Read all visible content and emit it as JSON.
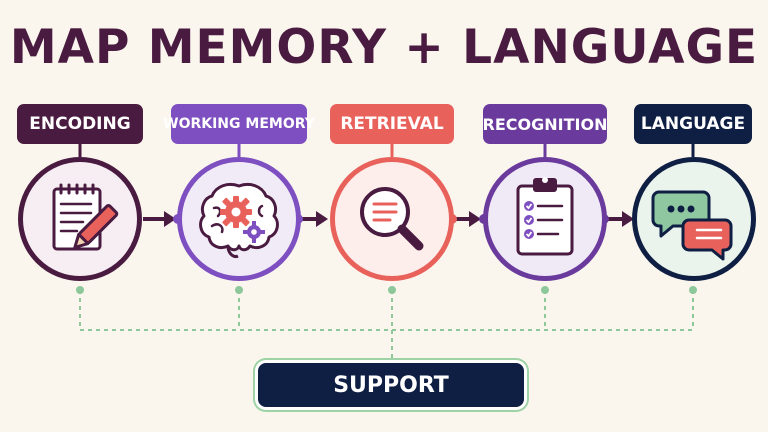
{
  "title": "MAP MEMORY + LANGUAGE",
  "stages": [
    {
      "label": "ENCODING",
      "icon": "notepad-pencil-icon",
      "color": "#4a1b40"
    },
    {
      "label": "WORKING MEMORY",
      "icon": "brain-gears-icon",
      "color": "#7e4fc0"
    },
    {
      "label": "RETRIEVAL",
      "icon": "magnifier-icon",
      "color": "#e8625b"
    },
    {
      "label": "RECOGNITION",
      "icon": "clipboard-checklist-icon",
      "color": "#6a3b9d"
    },
    {
      "label": "LANGUAGE",
      "icon": "speech-bubbles-icon",
      "color": "#0f1f44"
    }
  ],
  "support": {
    "label": "SUPPORT",
    "color": "#0f1f44",
    "line_color": "#8dc79a"
  }
}
